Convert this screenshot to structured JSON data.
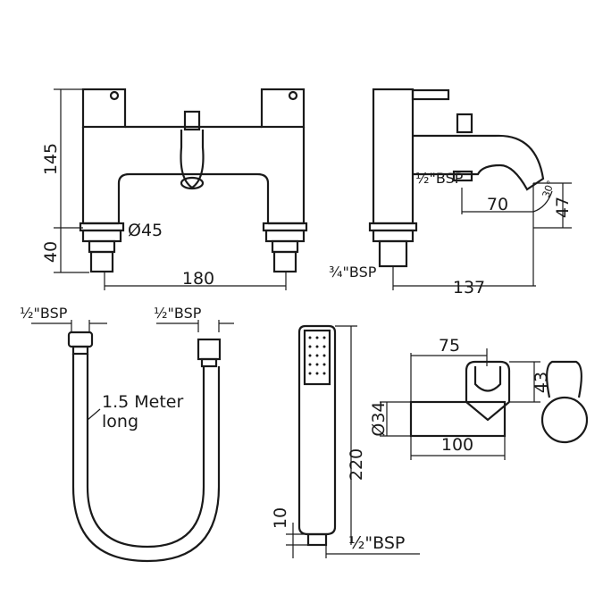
{
  "front_view": {
    "height_label": "145",
    "base_label": "40",
    "diameter_label": "Ø45",
    "width_label": "180"
  },
  "side_view": {
    "outlet_bsp_label": "½\"BSP",
    "reach_label": "70",
    "angle_label": "30°",
    "drop_label": "47",
    "inlet_bsp_label": "¾\"BSP",
    "depth_label": "137"
  },
  "hose": {
    "left_bsp_label": "½\"BSP",
    "right_bsp_label": "½\"BSP",
    "length_label_line1": "1.5 Meter",
    "length_label_line2": "long"
  },
  "handset": {
    "length_label": "220",
    "neck_label": "10",
    "bsp_label": "½\"BSP"
  },
  "holder": {
    "width_label": "75",
    "height_label": "43",
    "diameter_label": "Ø34",
    "length_label": "100"
  }
}
